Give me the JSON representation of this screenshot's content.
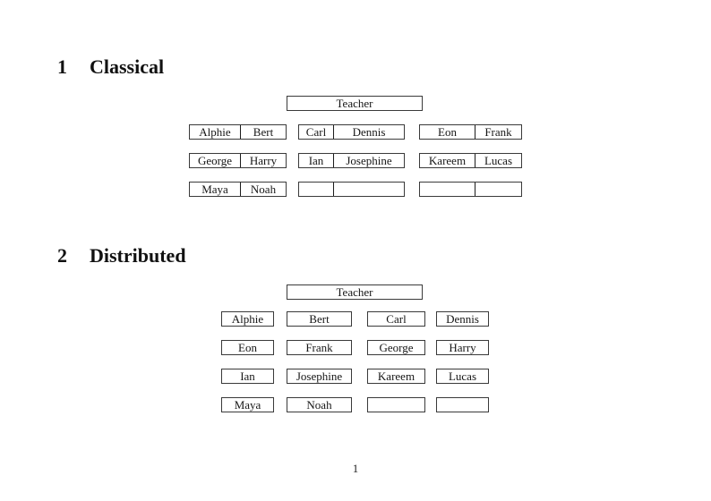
{
  "page_number": "1",
  "sections": [
    {
      "number": "1",
      "title": "Classical",
      "teacher_label": "Teacher",
      "desk_rows": [
        [
          [
            "Alphie",
            "Bert"
          ],
          [
            "Carl",
            "Dennis"
          ],
          [
            "Eon",
            "Frank"
          ]
        ],
        [
          [
            "George",
            "Harry"
          ],
          [
            "Ian",
            "Josephine"
          ],
          [
            "Kareem",
            "Lucas"
          ]
        ],
        [
          [
            "Maya",
            "Noah"
          ],
          [
            "",
            ""
          ],
          [
            "",
            ""
          ]
        ]
      ]
    },
    {
      "number": "2",
      "title": "Distributed",
      "teacher_label": "Teacher",
      "desk_rows": [
        [
          [
            "Alphie"
          ],
          [
            "Bert"
          ],
          [
            "Carl"
          ],
          [
            "Dennis"
          ]
        ],
        [
          [
            "Eon"
          ],
          [
            "Frank"
          ],
          [
            "George"
          ],
          [
            "Harry"
          ]
        ],
        [
          [
            "Ian"
          ],
          [
            "Josephine"
          ],
          [
            "Kareem"
          ],
          [
            "Lucas"
          ]
        ],
        [
          [
            "Maya"
          ],
          [
            "Noah"
          ],
          [
            ""
          ],
          [
            ""
          ]
        ]
      ]
    }
  ]
}
